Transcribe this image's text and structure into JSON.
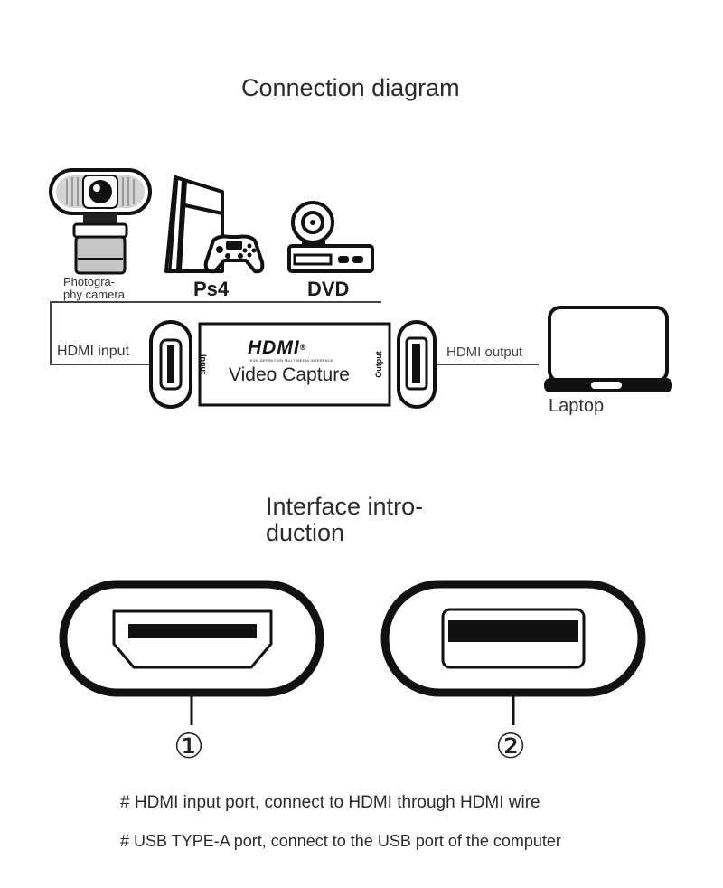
{
  "titles": {
    "connection": "Connection diagram",
    "interface_line1": "Interface intro-",
    "interface_line2": "duction"
  },
  "devices": {
    "camera_line1": "Photogra-",
    "camera_line2": "phy camera",
    "ps4": "Ps4",
    "dvd": "DVD",
    "laptop": "Laptop"
  },
  "connection_labels": {
    "hdmi_input": "HDMI input",
    "hdmi_output": "HDMI output"
  },
  "capture_device": {
    "logo_text": "HDMI",
    "logo_mark": "®",
    "logo_subtitle": "HIGH-DEFINITION MULTIMEDIA INTERFACE",
    "name": "Video Capture",
    "side_input": "Input",
    "side_output": "Output"
  },
  "ports": {
    "port1_number": "①",
    "port2_number": "②"
  },
  "descriptions": {
    "line1": "# HDMI input port, connect to HDMI through HDMI wire",
    "line2": "# USB TYPE-A port, connect to the USB port of the computer"
  },
  "colors": {
    "ink": "#111111",
    "text": "#2b2b2b",
    "camera_body": "#bdbdbd",
    "background": "#ffffff"
  },
  "icons": [
    "webcam-icon",
    "ps4-console-icon",
    "gamepad-icon",
    "dvd-player-icon",
    "laptop-icon",
    "hdmi-port-icon",
    "usb-port-icon"
  ]
}
